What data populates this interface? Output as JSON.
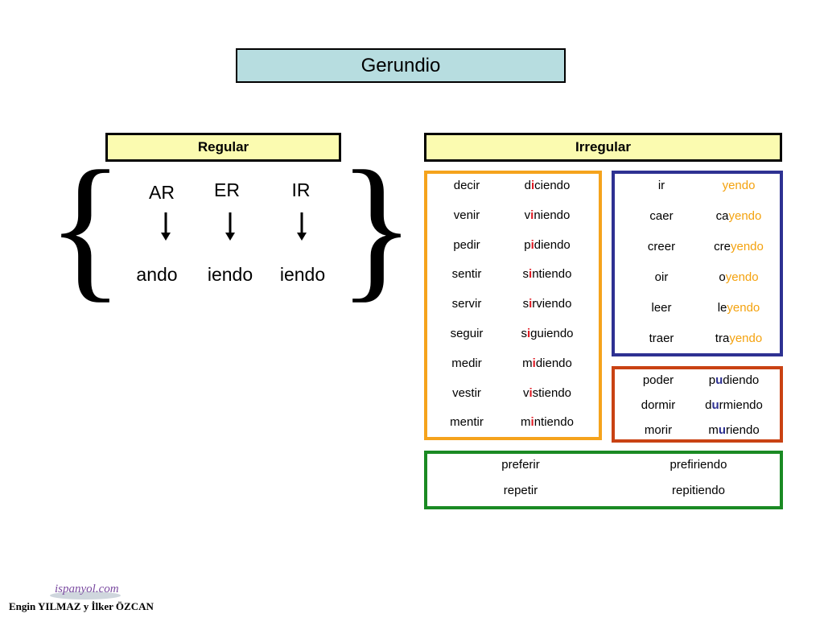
{
  "title": "Gerundio",
  "regular": {
    "header": "Regular",
    "columns": [
      {
        "head": "AR",
        "result": "ando"
      },
      {
        "head": "ER",
        "result": "iendo"
      },
      {
        "head": "IR",
        "result": "iendo"
      }
    ]
  },
  "irregular": {
    "header": "Irregular",
    "orange_group": [
      {
        "infinitive": "decir",
        "pre": "d",
        "hi": "i",
        "post": "ciendo"
      },
      {
        "infinitive": "venir",
        "pre": "v",
        "hi": "i",
        "post": "niendo"
      },
      {
        "infinitive": "pedir",
        "pre": "p",
        "hi": "i",
        "post": "diendo"
      },
      {
        "infinitive": "sentir",
        "pre": "s",
        "hi": "i",
        "post": "ntiendo"
      },
      {
        "infinitive": "servir",
        "pre": "s",
        "hi": "i",
        "post": "rviendo"
      },
      {
        "infinitive": "seguir",
        "pre": "s",
        "hi": "i",
        "post": "guiendo"
      },
      {
        "infinitive": "medir",
        "pre": "m",
        "hi": "i",
        "post": "diendo"
      },
      {
        "infinitive": "vestir",
        "pre": "v",
        "hi": "i",
        "post": "stiendo"
      },
      {
        "infinitive": "mentir",
        "pre": "m",
        "hi": "i",
        "post": "ntiendo"
      }
    ],
    "blue_group": [
      {
        "infinitive": "ir",
        "pre": "",
        "hi": "yendo",
        "post": ""
      },
      {
        "infinitive": "caer",
        "pre": "ca",
        "hi": "yendo",
        "post": ""
      },
      {
        "infinitive": "creer",
        "pre": "cre",
        "hi": "yendo",
        "post": ""
      },
      {
        "infinitive": "oir",
        "pre": "o",
        "hi": "yendo",
        "post": ""
      },
      {
        "infinitive": "leer",
        "pre": "le",
        "hi": "yendo",
        "post": ""
      },
      {
        "infinitive": "traer",
        "pre": "tra",
        "hi": "yendo",
        "post": ""
      }
    ],
    "red_group": [
      {
        "infinitive": "poder",
        "pre": "p",
        "hi": "u",
        "post": "diendo"
      },
      {
        "infinitive": "dormir",
        "pre": "d",
        "hi": "u",
        "post": "rmiendo"
      },
      {
        "infinitive": "morir",
        "pre": "m",
        "hi": "u",
        "post": "riendo"
      }
    ],
    "green_group": [
      {
        "infinitive": "preferir",
        "gerund": "prefiriendo"
      },
      {
        "infinitive": "repetir",
        "gerund": "repitiendo"
      }
    ]
  },
  "logo_text": "ispanyol.com",
  "footer": "Engin YILMAZ y İlker ÖZCAN",
  "colors": {
    "title_bg": "#b7dde0",
    "header_bg": "#fbfbb0",
    "orange": "#f5a31c",
    "blue": "#2e3192",
    "red": "#c94213",
    "green": "#1a8a23",
    "highlight_red": "#e0161f",
    "highlight_yellow": "#f4a20e"
  }
}
